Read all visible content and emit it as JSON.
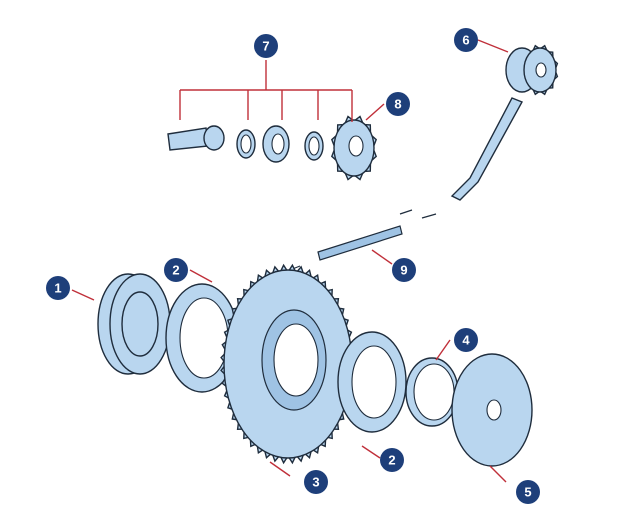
{
  "callouts": [
    {
      "id": "callout-1",
      "label": "1"
    },
    {
      "id": "callout-2a",
      "label": "2"
    },
    {
      "id": "callout-2b",
      "label": "2"
    },
    {
      "id": "callout-3",
      "label": "3"
    },
    {
      "id": "callout-4",
      "label": "4"
    },
    {
      "id": "callout-5",
      "label": "5"
    },
    {
      "id": "callout-6",
      "label": "6"
    },
    {
      "id": "callout-7",
      "label": "7"
    },
    {
      "id": "callout-8",
      "label": "8"
    },
    {
      "id": "callout-9",
      "label": "9"
    }
  ],
  "colors": {
    "part_fill": "#b9d6ef",
    "outline": "#1f2d3d",
    "leader": "#c0303a",
    "badge": "#1e3f7a"
  }
}
